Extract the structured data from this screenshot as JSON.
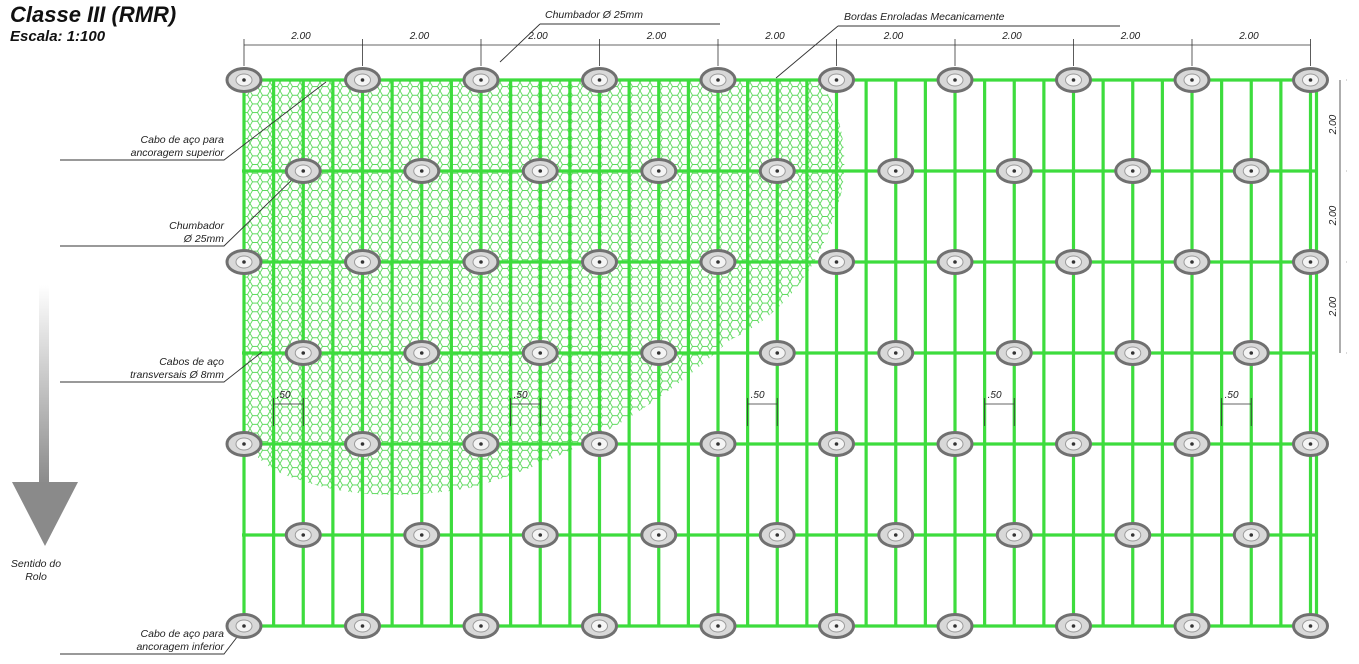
{
  "title": "Classe III (RMR)",
  "scale": "Escala: 1:100",
  "labels": {
    "chumbador_top": "Chumbador Ø 25mm",
    "bordas": "Bordas Enroladas Mecanicamente",
    "cabo_sup_1": "Cabo de aço para",
    "cabo_sup_2": "ancoragem superior",
    "chumbador_left_1": "Chumbador",
    "chumbador_left_2": "Ø 25mm",
    "cabos_transv_1": "Cabos de aço",
    "cabos_transv_2": "transversais Ø 8mm",
    "sentido_1": "Sentido do",
    "sentido_2": "Rolo",
    "cabo_inf_1": "Cabo de aço para",
    "cabo_inf_2": "ancoragem inferior"
  },
  "dimensions": {
    "horizontal": [
      "2.00",
      "2.00",
      "2.00",
      "2.00",
      "2.00",
      "2.00",
      "2.00",
      "2.00",
      "2.00"
    ],
    "vertical": [
      "2.00",
      "2.00",
      "2.00"
    ],
    "half_spacing": [
      ".50",
      ".50",
      ".50",
      ".50",
      ".50"
    ]
  },
  "colors": {
    "cable": "#3ddc3d",
    "mesh": "#58d858",
    "anchor_fill": "#d8d8d8",
    "anchor_stroke": "#707070",
    "arrow": "#8a8a8a"
  },
  "icons": {
    "anchor": "anchor-bolt-icon",
    "direction": "down-arrow-icon"
  }
}
